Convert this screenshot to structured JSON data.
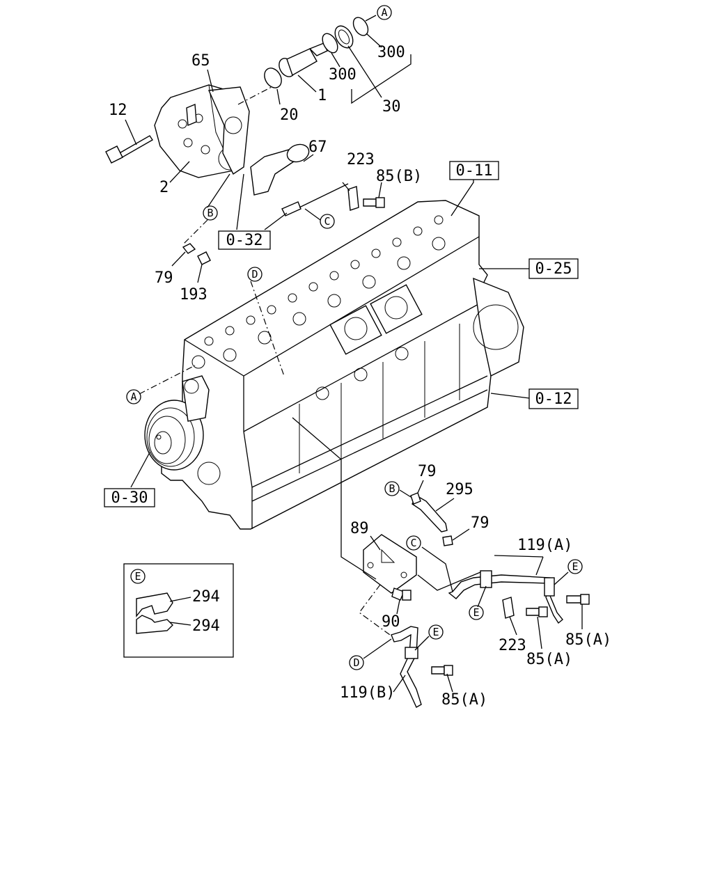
{
  "labels": {
    "p65": "65",
    "p12": "12",
    "p2": "2",
    "p20": "20",
    "p1": "1",
    "p300a": "300",
    "p300b": "300",
    "p30": "30",
    "p67": "67",
    "p223a": "223",
    "p85b": "85(B)",
    "p79a": "79",
    "p193": "193",
    "p79b": "79",
    "p295": "295",
    "p79c": "79",
    "p119a": "119(A)",
    "p89": "89",
    "p90": "90",
    "p223b": "223",
    "p85a1": "85(A)",
    "p85a2": "85(A)",
    "p85a3": "85(A)",
    "p119b": "119(B)",
    "p294a": "294",
    "p294b": "294"
  },
  "refs": {
    "r011": "0-11",
    "r025": "0-25",
    "r012": "0-12",
    "r030": "0-30",
    "r032": "0-32"
  },
  "callouts": {
    "A": "A",
    "B": "B",
    "C": "C",
    "D": "D",
    "E": "E"
  }
}
